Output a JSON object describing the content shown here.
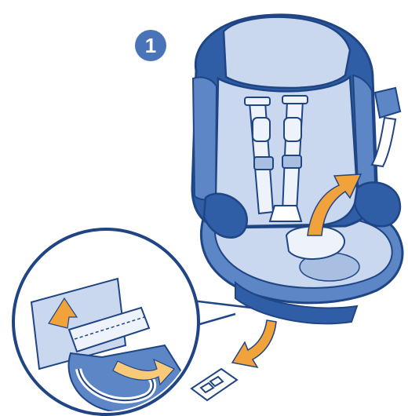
{
  "step": {
    "number": "1"
  },
  "colors": {
    "seat_dark": "#2f5ea6",
    "seat_mid": "#5d86c6",
    "seat_light": "#c9d8ef",
    "cushion": "#a9bfe2",
    "outline": "#1f4585",
    "arrow": "#f2a23a",
    "arrow_light": "#f8c978",
    "belt": "#eef3fb",
    "background": "#ffffff"
  },
  "icons": [
    "child-car-seat-illustration",
    "magnifier-detail-callout",
    "seat-cover-clip-icon",
    "curved-arrow-icon"
  ]
}
